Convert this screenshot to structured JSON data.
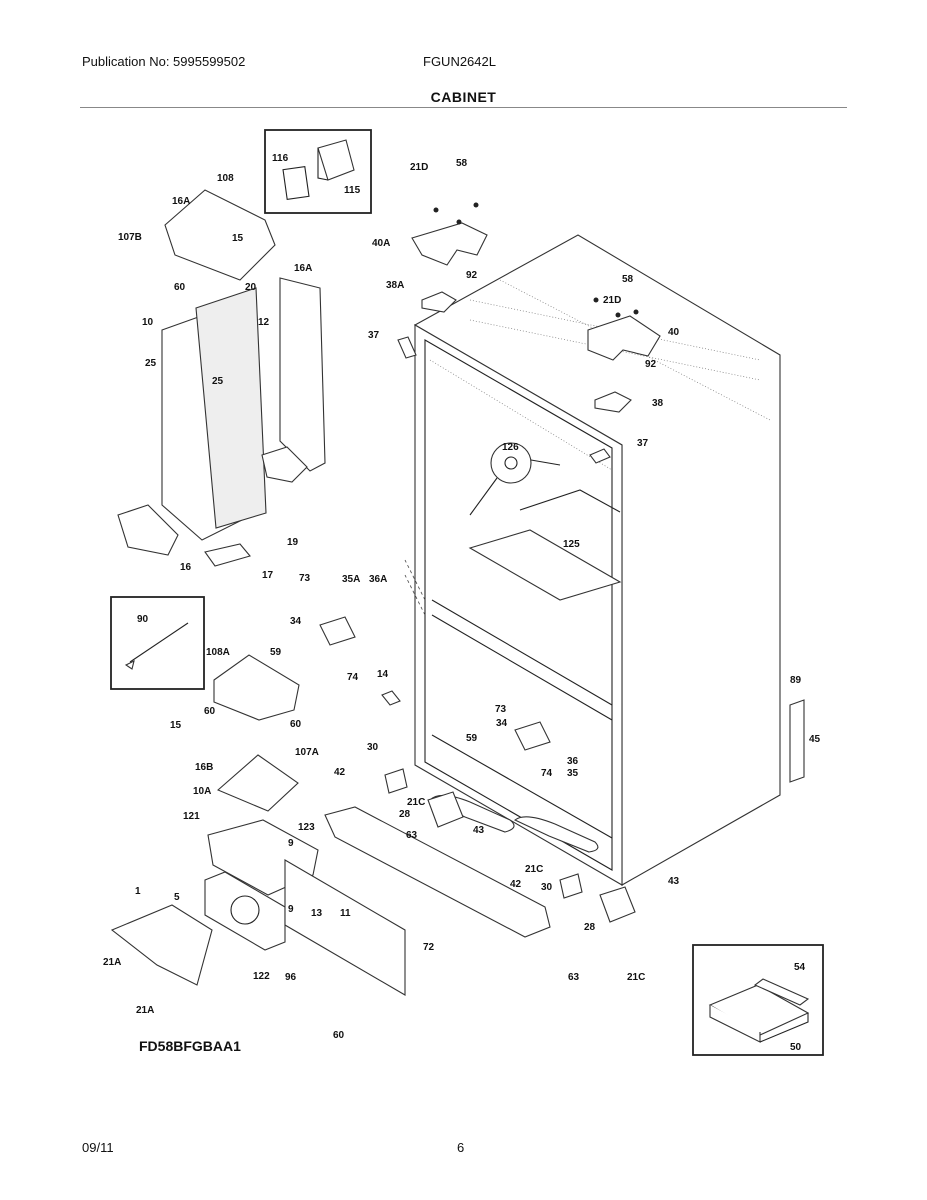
{
  "header": {
    "publication": "Publication No: 5995599502",
    "model": "FGUN2642L",
    "title": "CABINET"
  },
  "footer": {
    "diagram_code": "FD58BFGBAA1",
    "date": "09/11",
    "page": "6"
  },
  "callouts": [
    "116",
    "115",
    "108",
    "16A",
    "107B",
    "15",
    "16A",
    "60",
    "20",
    "10",
    "12",
    "25",
    "25",
    "19",
    "16",
    "17",
    "21D",
    "58",
    "40A",
    "92",
    "38A",
    "37",
    "58",
    "21D",
    "40",
    "92",
    "38",
    "37",
    "126",
    "125",
    "90",
    "73",
    "35A",
    "36A",
    "34",
    "59",
    "74",
    "108A",
    "14",
    "15",
    "60",
    "60",
    "16B",
    "107A",
    "30",
    "42",
    "21C",
    "28",
    "63",
    "43",
    "73",
    "34",
    "59",
    "36",
    "74",
    "35",
    "10A",
    "121",
    "123",
    "9",
    "9",
    "13",
    "11",
    "1",
    "5",
    "21A",
    "21A",
    "122",
    "96",
    "60",
    "72",
    "21C",
    "42",
    "30",
    "43",
    "28",
    "63",
    "21C",
    "89",
    "45",
    "54",
    "50"
  ]
}
